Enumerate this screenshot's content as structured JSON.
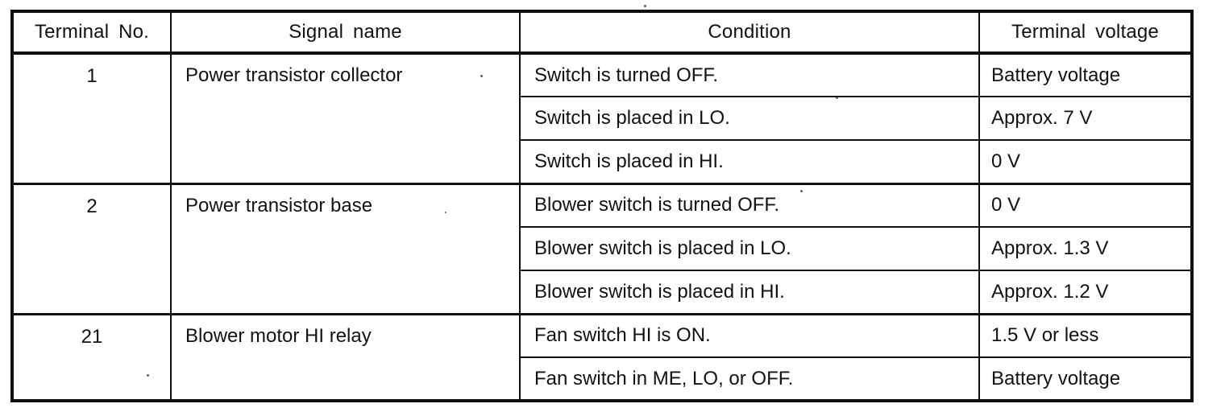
{
  "table": {
    "headers": {
      "terminal_no": "Terminal No.",
      "signal_name": "Signal name",
      "condition": "Condition",
      "terminal_voltage": "Terminal voltage"
    },
    "groups": [
      {
        "terminal": "1",
        "signal": "Power transistor collector",
        "rows": [
          {
            "condition": "Switch is turned OFF.",
            "voltage": "Battery voltage"
          },
          {
            "condition": "Switch is placed in LO.",
            "voltage": "Approx. 7 V"
          },
          {
            "condition": "Switch is placed in HI.",
            "voltage": "0 V"
          }
        ]
      },
      {
        "terminal": "2",
        "signal": "Power transistor base",
        "rows": [
          {
            "condition": "Blower switch is turned OFF.",
            "voltage": "0 V"
          },
          {
            "condition": "Blower switch is placed in LO.",
            "voltage": "Approx. 1.3 V"
          },
          {
            "condition": "Blower switch is placed in HI.",
            "voltage": "Approx. 1.2 V"
          }
        ]
      },
      {
        "terminal": "21",
        "signal": "Blower motor HI relay",
        "rows": [
          {
            "condition": "Fan switch HI is ON.",
            "voltage": "1.5 V or less"
          },
          {
            "condition": "Fan switch in ME, LO, or OFF.",
            "voltage": "Battery voltage"
          }
        ]
      }
    ]
  },
  "colors": {
    "border": "#101010",
    "text": "#121212",
    "background": "#ffffff"
  }
}
